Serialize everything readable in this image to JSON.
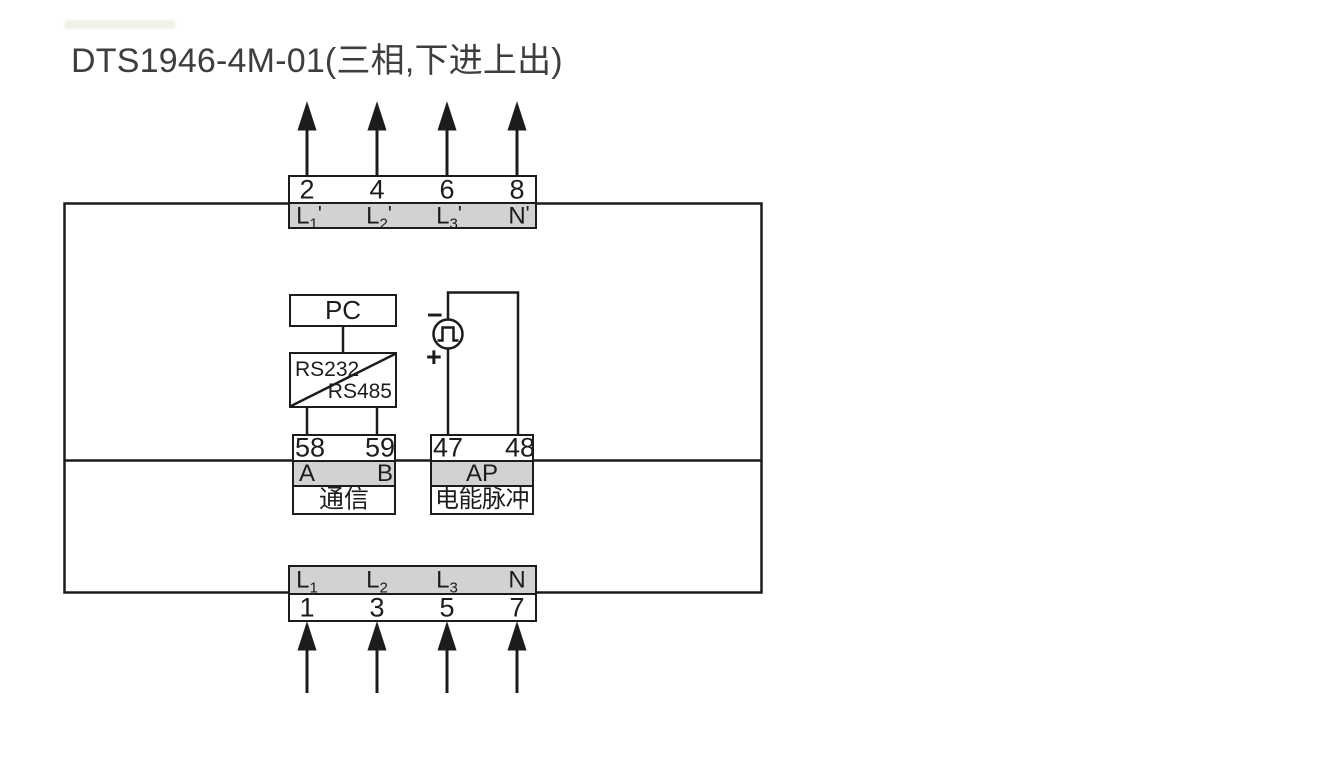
{
  "title": "DTS1946-4M-01(三相,下进上出)",
  "colors": {
    "line": "#1c1c1c",
    "gray_fill": "#d2d2d2",
    "title_color": "#3e3e3e"
  },
  "meter": {
    "top_block": {
      "terminals": [
        {
          "num": "2",
          "base": "L",
          "sub": "1",
          "prime": "'"
        },
        {
          "num": "4",
          "base": "L",
          "sub": "2",
          "prime": "'"
        },
        {
          "num": "6",
          "base": "L",
          "sub": "3",
          "prime": "'"
        },
        {
          "num": "8",
          "base": "N",
          "sub": "",
          "prime": "'"
        }
      ]
    },
    "bottom_block": {
      "terminals": [
        {
          "num": "1",
          "base": "L",
          "sub": "1",
          "prime": ""
        },
        {
          "num": "3",
          "base": "L",
          "sub": "2",
          "prime": ""
        },
        {
          "num": "5",
          "base": "L",
          "sub": "3",
          "prime": ""
        },
        {
          "num": "7",
          "base": "N",
          "sub": "",
          "prime": ""
        }
      ]
    },
    "comm_block": {
      "left_num": "58",
      "right_num": "59",
      "left_label": "A",
      "right_label": "B",
      "caption": "通信"
    },
    "pulse_block": {
      "left_num": "47",
      "right_num": "48",
      "label": "AP",
      "caption": "电能脉冲"
    },
    "pc_box": {
      "label": "PC"
    },
    "rs_box": {
      "top_label": "RS232",
      "bottom_label": "RS485"
    },
    "pulse_source": {
      "minus": "−",
      "plus": "+"
    }
  }
}
